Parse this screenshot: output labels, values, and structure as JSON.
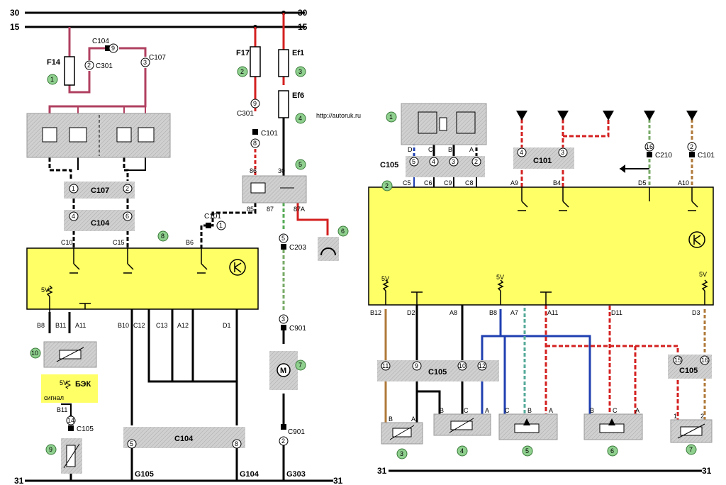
{
  "rails": {
    "r30": "30",
    "r15": "15",
    "r31": "31"
  },
  "website": "http://autoruk.ru",
  "left": {
    "fuses": {
      "f14": "F14",
      "f17": "F17",
      "ef1": "Ef1",
      "ef6": "Ef6"
    },
    "connectors": {
      "c104_top": "C104",
      "c104_top_pin": "9",
      "c301_pin": "2",
      "c301": "C301",
      "c107_pin": "3",
      "c107": "C107",
      "c301b_pin": "9",
      "c301b": "C301",
      "c101b_pin": "8",
      "c101b": "C101",
      "c107_block": "C107",
      "c107_p1": "1",
      "c107_p2": "2",
      "c104_block": "C104",
      "c104_p4": "4",
      "c104_p6": "6",
      "c101_pin": "1",
      "c101": "C101",
      "c203_pin": "5",
      "c203": "C203",
      "c901_pin": "3",
      "c901": "C901",
      "c901b_pin": "2",
      "c901b": "C901",
      "c105_pin": "14",
      "c105": "C105",
      "c104_bot": "C104",
      "c104_bot_p5": "5",
      "c104_bot_p8": "8"
    },
    "relay": {
      "p86": "86",
      "p30": "30",
      "p85": "85",
      "p87": "87",
      "p87a": "87A"
    },
    "ecu_pins": {
      "c10": "C10",
      "c15": "C15",
      "b6": "B6",
      "b8": "B8",
      "b11": "B11",
      "a11": "A11",
      "b10": "B10",
      "c12": "C12",
      "c13": "C13",
      "a12": "A12",
      "d1": "D1",
      "v5": "5V"
    },
    "bek": {
      "title": "БЭК",
      "v5": "5V",
      "signal": "сигнал",
      "b11": "B11"
    },
    "grounds": {
      "g105": "G105",
      "g104": "G104",
      "g303": "G303"
    },
    "motor": "M",
    "callouts": [
      "1",
      "2",
      "3",
      "4",
      "5",
      "6",
      "7",
      "8",
      "9",
      "10"
    ]
  },
  "right": {
    "relay_pins": {
      "d": "D",
      "c": "C",
      "b": "B",
      "a": "A"
    },
    "c105": "C105",
    "c105_pins": {
      "p5": "5",
      "p4": "4",
      "p3": "3",
      "p2": "2"
    },
    "c101_a": {
      "pin": "4",
      "name": "C101"
    },
    "c101_b": {
      "pin": "3",
      "name": "C101"
    },
    "c210": {
      "pin": "16",
      "name": "C210"
    },
    "c101_c": {
      "pin": "2",
      "name": "C101"
    },
    "ecu_top_pins": {
      "c5": "C5",
      "c6": "C6",
      "c9": "C9",
      "c8": "C8",
      "a9": "A9",
      "b4": "B4",
      "d5": "D5",
      "a10": "A10"
    },
    "ecu_bot_pins": {
      "b12": "B12",
      "d2": "D2",
      "a8": "A8",
      "b8": "B8",
      "a7": "A7",
      "a11": "A11",
      "d11": "D11",
      "d3": "D3"
    },
    "v5": "5V",
    "c105_bot": "C105",
    "c105_bot_pins": {
      "p11": "11",
      "p9": "9",
      "p10": "10",
      "p12": "12",
      "p15": "15",
      "p16": "16"
    },
    "sensor_pins": {
      "s3": {
        "b": "B",
        "a": "A"
      },
      "s4": {
        "b": "B",
        "c": "C",
        "a": "A"
      },
      "s5": {
        "c": "C",
        "b": "B",
        "a": "A"
      },
      "s6": {
        "b": "B",
        "c": "C",
        "a": "A"
      },
      "s7": {
        "p1": "1",
        "p2": "2"
      }
    },
    "callouts": [
      "1",
      "2",
      "3",
      "4",
      "5",
      "6",
      "7"
    ]
  },
  "colors": {
    "ecu": "#ffff66",
    "plug": "#d8d8d8",
    "callout": "#8fd08f",
    "red": "#d42020",
    "pink": "#b04060",
    "blue": "#1f3fb0",
    "green": "#3aa060",
    "brown": "#b07a3a"
  }
}
